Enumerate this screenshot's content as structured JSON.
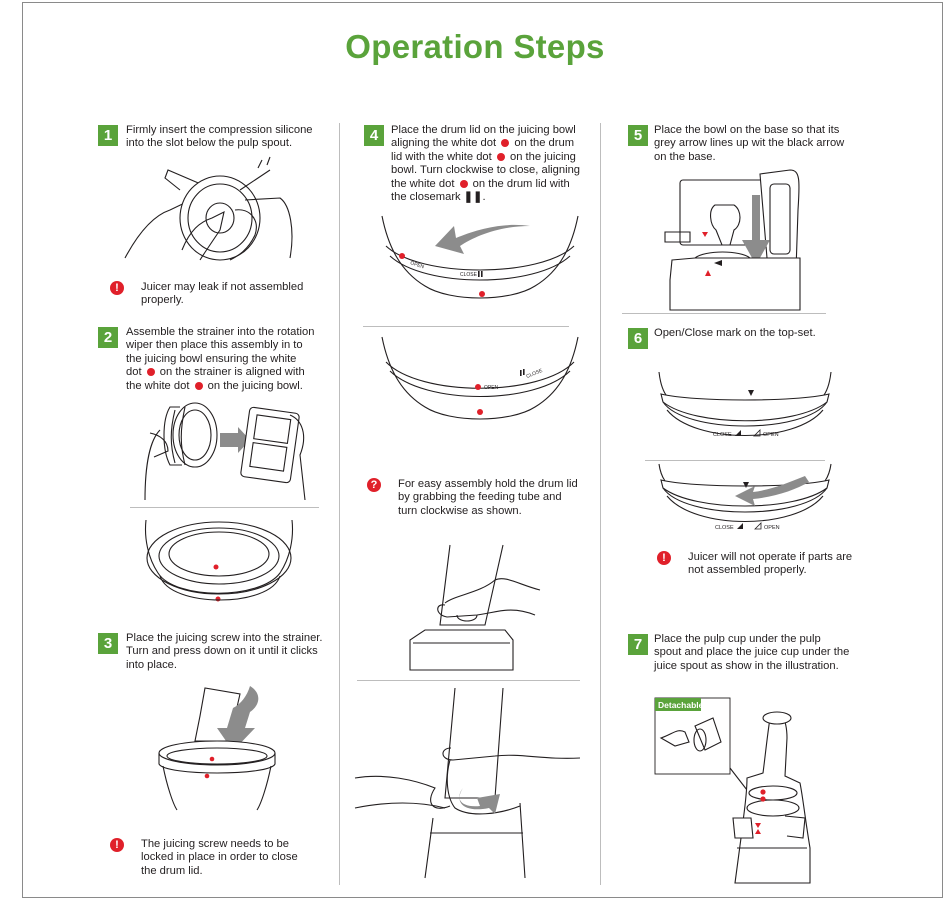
{
  "title": "Operation Steps",
  "steps": [
    {
      "num": "1",
      "text": "Firmly insert the compression silicone\ninto the slot below the pulp spout."
    },
    {
      "num": "2",
      "text_a": "Assemble the strainer into the rotation\nwiper then place this assembly in to\nthe juicing bowl ensuring the white\ndot",
      "text_b": "on the strainer is aligned with\nthe white dot",
      "text_c": "on the juicing bowl."
    },
    {
      "num": "3",
      "text": "Place the juicing screw into the strainer.\nTurn and press down on it until it clicks\ninto place."
    },
    {
      "num": "4",
      "l1a": "Place the drum lid on the juicing bowl",
      "l2a": "aligning the white dot",
      "l2b": "on the drum",
      "l3a": "lid with the white dot",
      "l3b": "on the juicing",
      "l4": "bowl. Turn clockwise to close, aligning",
      "l5a": "the white dot",
      "l5b": "on the drum lid with",
      "l6a": "the closemark",
      "l6b": "."
    },
    {
      "num": "5",
      "text": "Place the bowl on the base so that its\ngrey arrow lines up wit the black arrow\non the base."
    },
    {
      "num": "6",
      "text": "Open/Close mark on the top-set."
    },
    {
      "num": "7",
      "text": "Place the pulp cup under the pulp\nspout and place the juice cup under the\njuice spout as show in the illustration."
    }
  ],
  "notes": {
    "n1": {
      "icon": "!",
      "text": "Juicer may leak if not assembled\nproperly."
    },
    "n3": {
      "icon": "!",
      "text": "The juicing screw needs to be\nlocked in place in order to close\nthe drum lid."
    },
    "n4": {
      "icon": "?",
      "text": "For easy assembly hold the drum lid\nby grabbing the feeding tube and\nturn clockwise as shown."
    },
    "n6": {
      "icon": "!",
      "text": "Juicer will not operate if parts are\nnot assembled properly."
    }
  },
  "labels": {
    "open": "OPEN",
    "close": "CLOSE",
    "close_caps": "CLOSE",
    "open_caps": "OPEN",
    "detachable": "Detachable"
  },
  "colors": {
    "accent": "#5aa33b",
    "warning": "#e0202a",
    "arrow": "#8c8c8c"
  }
}
